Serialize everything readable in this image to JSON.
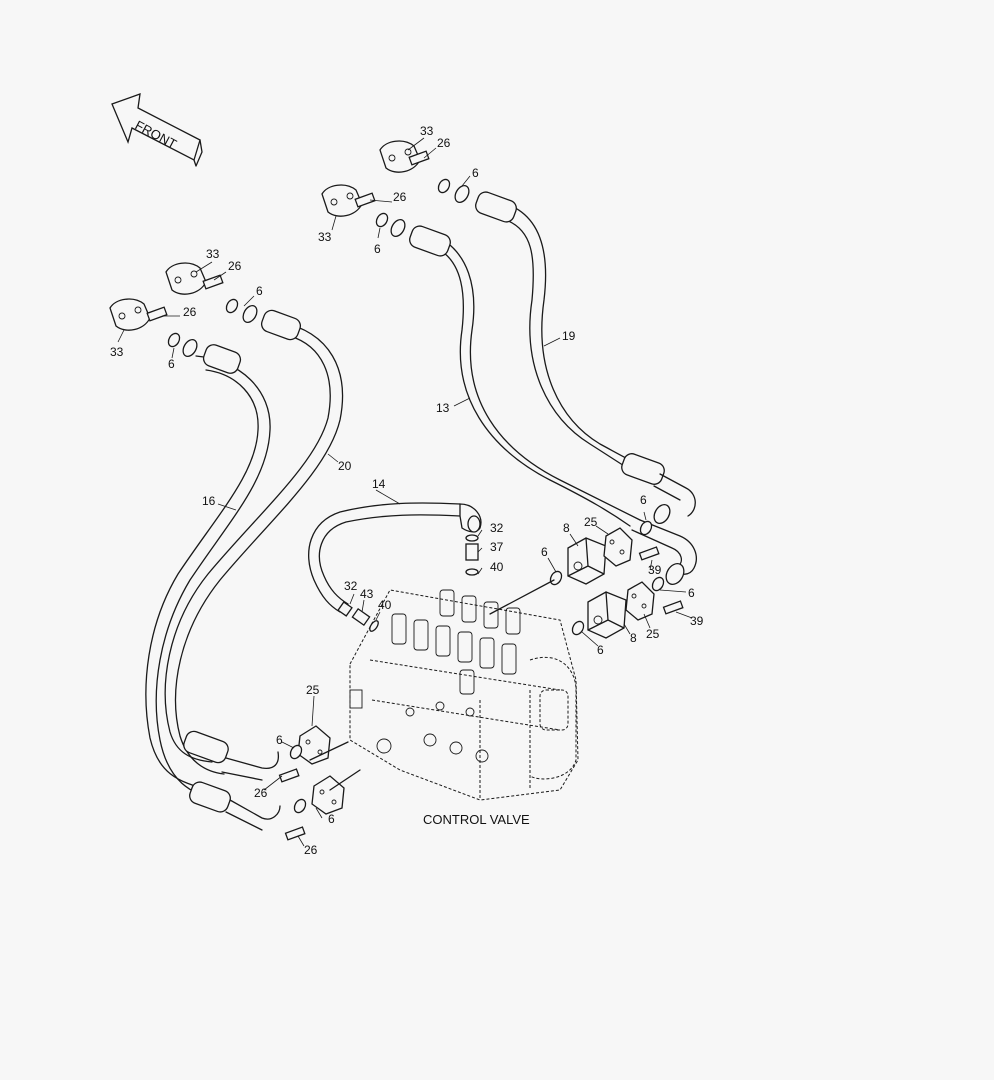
{
  "diagram": {
    "front_label": "FRONT",
    "caption": "CONTROL VALVE",
    "callouts": [
      {
        "id": "c33a",
        "text": "33"
      },
      {
        "id": "c26a",
        "text": "26"
      },
      {
        "id": "c6a",
        "text": "6"
      },
      {
        "id": "c26b",
        "text": "26"
      },
      {
        "id": "c33b",
        "text": "33"
      },
      {
        "id": "c6b",
        "text": "6"
      },
      {
        "id": "c33c",
        "text": "33"
      },
      {
        "id": "c26c",
        "text": "26"
      },
      {
        "id": "c6c",
        "text": "6"
      },
      {
        "id": "c26d",
        "text": "26"
      },
      {
        "id": "c33d",
        "text": "33"
      },
      {
        "id": "c6d",
        "text": "6"
      },
      {
        "id": "c19",
        "text": "19"
      },
      {
        "id": "c13",
        "text": "13"
      },
      {
        "id": "c20",
        "text": "20"
      },
      {
        "id": "c16",
        "text": "16"
      },
      {
        "id": "c14",
        "text": "14"
      },
      {
        "id": "c32a",
        "text": "32"
      },
      {
        "id": "c37",
        "text": "37"
      },
      {
        "id": "c40a",
        "text": "40"
      },
      {
        "id": "c32b",
        "text": "32"
      },
      {
        "id": "c43",
        "text": "43"
      },
      {
        "id": "c40b",
        "text": "40"
      },
      {
        "id": "c8a",
        "text": "8"
      },
      {
        "id": "c25a",
        "text": "25"
      },
      {
        "id": "c6e",
        "text": "6"
      },
      {
        "id": "c6f",
        "text": "6"
      },
      {
        "id": "c39a",
        "text": "39"
      },
      {
        "id": "c6g",
        "text": "6"
      },
      {
        "id": "c39b",
        "text": "39"
      },
      {
        "id": "c25b",
        "text": "25"
      },
      {
        "id": "c8b",
        "text": "8"
      },
      {
        "id": "c6h",
        "text": "6"
      },
      {
        "id": "c25c",
        "text": "25"
      },
      {
        "id": "c6i",
        "text": "6"
      },
      {
        "id": "c26e",
        "text": "26"
      },
      {
        "id": "c6j",
        "text": "6"
      },
      {
        "id": "c26f",
        "text": "26"
      }
    ]
  }
}
